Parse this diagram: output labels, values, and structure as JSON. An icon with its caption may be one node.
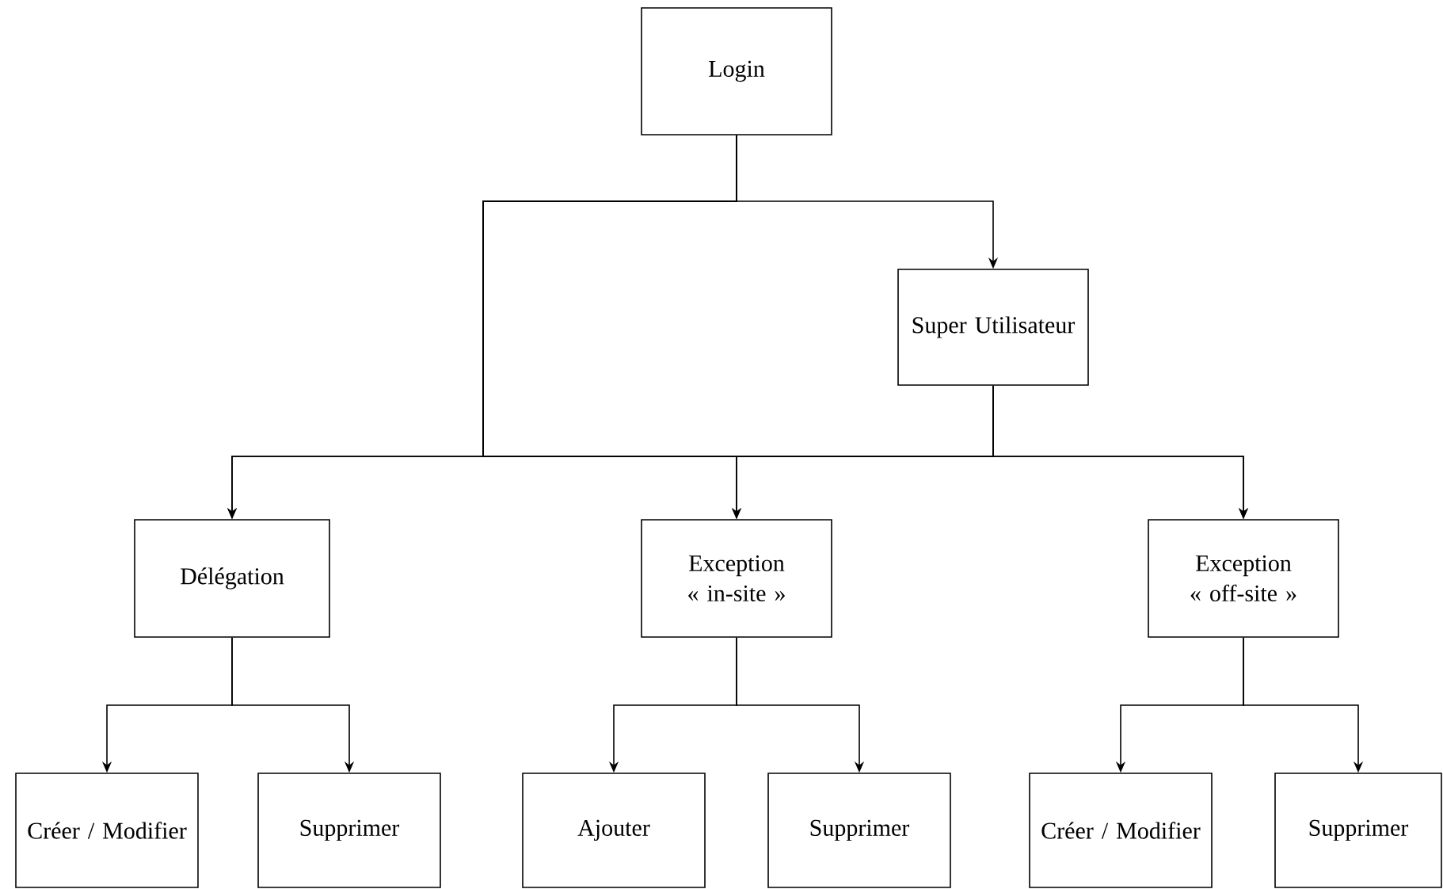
{
  "diagram": {
    "nodes": [
      {
        "text": [
          "Login"
        ]
      },
      {
        "text": [
          "Super Utilisateur"
        ]
      },
      {
        "text": [
          "Délégation"
        ]
      },
      {
        "text": [
          "Exception « in-site »"
        ]
      },
      {
        "text": [
          "Exception « off-site »"
        ]
      },
      {
        "text": [
          "Créer / Modifier"
        ]
      },
      {
        "text": [
          "Supprimer"
        ]
      },
      {
        "text": [
          "Ajouter"
        ]
      },
      {
        "text": [
          "Supprimer"
        ]
      },
      {
        "text": [
          "Créer / Modifier"
        ]
      },
      {
        "text": [
          "Supprimer"
        ]
      }
    ],
    "edges": [
      {
        "from": 0,
        "to": 1,
        "arrow": "to"
      },
      {
        "from": 0,
        "to": 2,
        "arrow": "to"
      },
      {
        "from": 0,
        "to": 3,
        "arrow": "to"
      },
      {
        "from": 0,
        "to": 4,
        "arrow": "to"
      },
      {
        "from": 1,
        "to": 2,
        "arrow": "to"
      },
      {
        "from": 1,
        "to": 3,
        "arrow": "to"
      },
      {
        "from": 1,
        "to": 4,
        "arrow": "to"
      },
      {
        "from": 2,
        "to": 5,
        "arrow": "to"
      },
      {
        "from": 2,
        "to": 6,
        "arrow": "to"
      },
      {
        "from": 3,
        "to": 7,
        "arrow": "to"
      },
      {
        "from": 3,
        "to": 8,
        "arrow": "to"
      },
      {
        "from": 4,
        "to": 9,
        "arrow": "to"
      },
      {
        "from": 4,
        "to": 10,
        "arrow": "to"
      }
    ]
  }
}
